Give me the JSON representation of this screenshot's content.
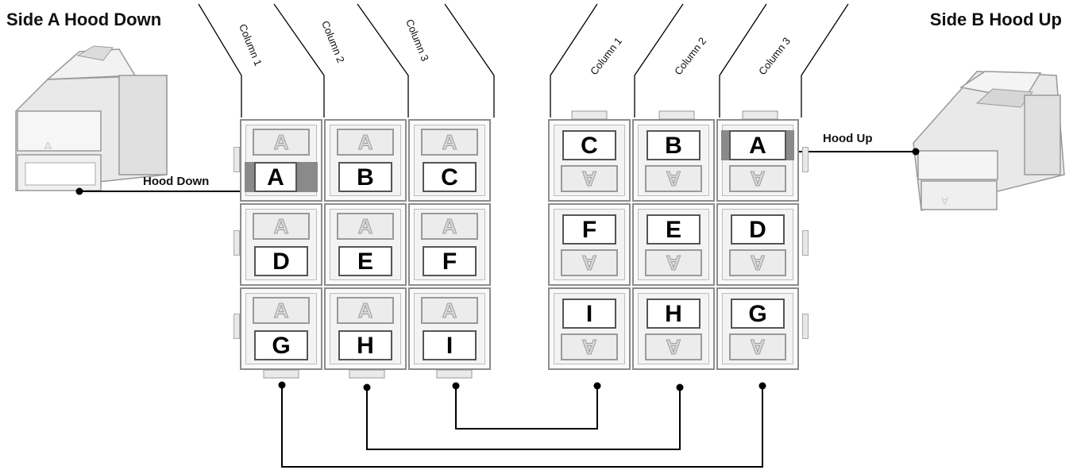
{
  "titles": {
    "side_a": "Side A Hood Down",
    "side_b": "Side B Hood Up"
  },
  "hood_labels": {
    "down": "Hood Down",
    "up": "Hood Up"
  },
  "column_labels": {
    "side_a": [
      "Column 1",
      "Column 2",
      "Column 3"
    ],
    "side_b": [
      "Column 1",
      "Column 2",
      "Column 3"
    ]
  },
  "ghost_letter": "A",
  "grid_side_a": [
    [
      "A",
      "B",
      "C"
    ],
    [
      "D",
      "E",
      "F"
    ],
    [
      "G",
      "H",
      "I"
    ]
  ],
  "grid_side_b": [
    [
      "C",
      "B",
      "A"
    ],
    [
      "F",
      "E",
      "D"
    ],
    [
      "I",
      "H",
      "G"
    ]
  ],
  "colors": {
    "line": "#000000",
    "keyed_marker": "#8a8a8a",
    "housing": "#e6e6e6"
  }
}
